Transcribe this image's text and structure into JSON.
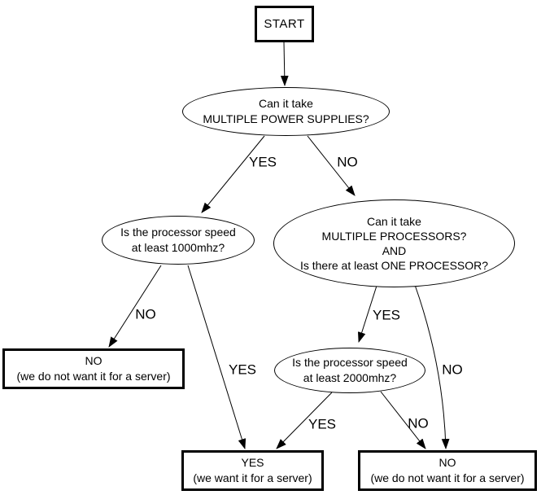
{
  "colors": {
    "background": "#ffffff",
    "line": "#000000",
    "text": "#000000"
  },
  "nodes": {
    "start": {
      "label": "START"
    },
    "power_supplies": {
      "text": "Can it take\nMULTIPLE POWER SUPPLIES?"
    },
    "speed_1000": {
      "text": "Is the processor speed\nat least 1000mhz?"
    },
    "multi_processors": {
      "text": "Can it take\nMULTIPLE PROCESSORS?\nAND\nIs there at least ONE PROCESSOR?"
    },
    "speed_2000": {
      "text": "Is the processor speed\nat least 2000mhz?"
    },
    "result_no_left": {
      "text": "NO\n(we do not want it for a server)"
    },
    "result_yes": {
      "text": "YES\n(we want it for a server)"
    },
    "result_no_right": {
      "text": "NO\n(we do not want it for a server)"
    }
  },
  "edge_labels": {
    "power_yes": "YES",
    "power_no": "NO",
    "s1000_no": "NO",
    "s1000_yes": "YES",
    "multi_yes": "YES",
    "multi_no": "NO",
    "s2000_yes": "YES",
    "s2000_no": "NO"
  }
}
